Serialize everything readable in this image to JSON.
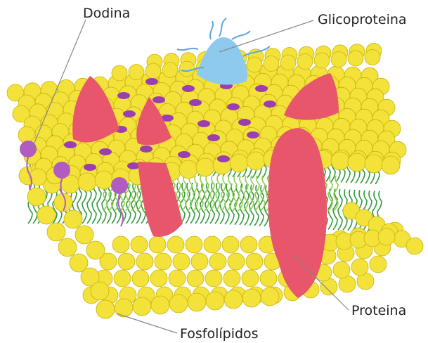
{
  "labels": {
    "dodina": "Dodina",
    "glicoproteina": "Glicoproteina",
    "proteina": "Proteina",
    "fosfolipidos": "Fosfolípidos"
  },
  "colors": {
    "head": "#f3e23a",
    "head_edge": "#c9b20f",
    "tail": "#2f9a3c",
    "tail_light": "#8fcf4a",
    "protein": "#e8566b",
    "glyco": "#8ec9ee",
    "glyco_chain": "#5aa8dc",
    "cholesterol": "#b05cc0",
    "pore": "#9b3fb0",
    "leader": "#888888",
    "text": "#222222"
  }
}
